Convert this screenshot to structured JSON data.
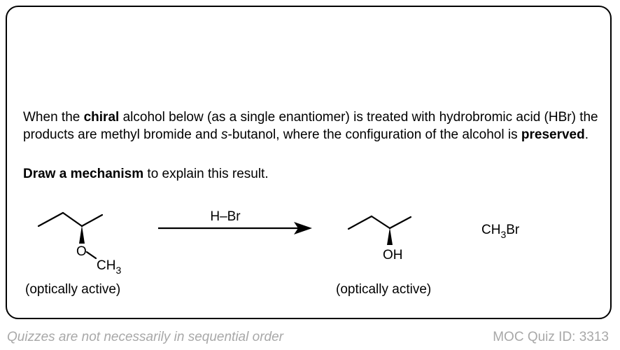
{
  "question": {
    "p1_before": "When the ",
    "p1_bold1": "chiral",
    "p1_mid1": " alcohol below (as a single enantiomer) is treated with hydrobromic acid (HBr) the products are methyl bromide and ",
    "p1_italic": "s",
    "p1_mid2": "-butanol, where the configuration of the alcohol is ",
    "p1_bold2": "preserved",
    "p1_end": ".",
    "p2_bold": "Draw a mechanism",
    "p2_rest": " to explain this result."
  },
  "reaction": {
    "reagent": "H–Br",
    "reactant_o": "O",
    "reactant_ch": "CH",
    "reactant_sub": "3",
    "reactant_note": "(optically active)",
    "product_oh": "OH",
    "product_note": "(optically active)",
    "byproduct_ch": "CH",
    "byproduct_sub": "3",
    "byproduct_br": "Br"
  },
  "footer": {
    "left": "Quizzes are not necessarily in sequential order",
    "right": "MOC Quiz ID: 3313"
  }
}
